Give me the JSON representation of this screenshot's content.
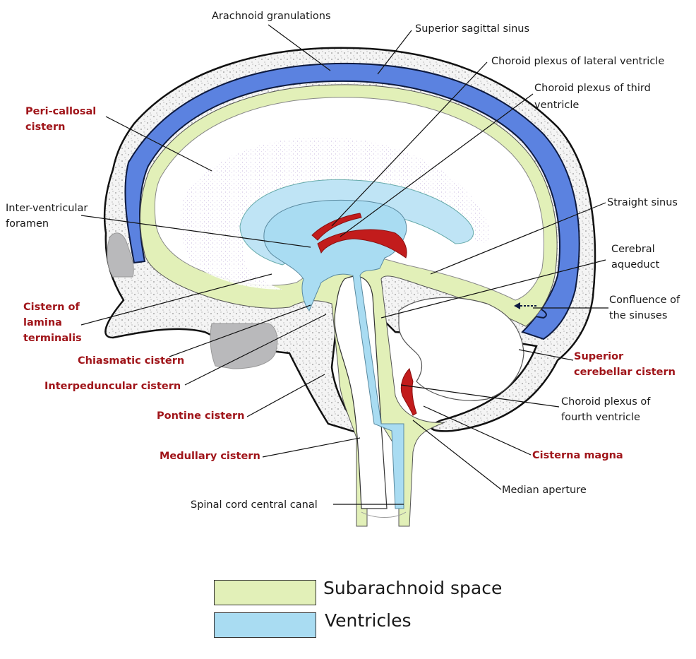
{
  "figure": {
    "title": "Sagittal section of the brain showing CSF spaces",
    "colors": {
      "subarachnoid": "#e2f0b8",
      "ventricles": "#a9dcf2",
      "venous_sinus": "#5b82e0",
      "choroid_plexus": "#c21c1c",
      "bone_stipple": "#f2f2f2",
      "label_black": "#1a1a1a",
      "label_red": "#a0151a"
    },
    "labels": {
      "arachnoid_granulations": "Arachnoid granulations",
      "superior_sagittal_sinus": "Superior sagittal sinus",
      "choroid_plexus_lateral_1": "Choroid plexus of lateral ventricle",
      "choroid_plexus_third_1": "Choroid plexus of third",
      "choroid_plexus_third_2": "ventricle",
      "peri_callosal_1": "Peri-callosal",
      "peri_callosal_2": "cistern",
      "inter_ventricular_1": "Inter-ventricular",
      "inter_ventricular_2": "foramen",
      "straight_sinus": "Straight sinus",
      "cerebral_aqueduct_1": "Cerebral",
      "cerebral_aqueduct_2": "aqueduct",
      "confluence_1": "Confluence of",
      "confluence_2": "the sinuses",
      "lamina_terminalis_1": "Cistern of",
      "lamina_terminalis_2": "lamina",
      "lamina_terminalis_3": "terminalis",
      "chiasmatic": "Chiasmatic cistern",
      "interpeduncular": "Interpeduncular cistern",
      "superior_cerebellar_1": "Superior",
      "superior_cerebellar_2": "cerebellar cistern",
      "pontine": "Pontine cistern",
      "choroid_fourth_1": "Choroid plexus of",
      "choroid_fourth_2": "fourth ventricle",
      "medullary": "Medullary cistern",
      "cisterna_magna": "Cisterna magna",
      "median_aperture": "Median aperture",
      "spinal_canal": "Spinal cord central canal"
    },
    "legend": [
      {
        "label": "Subarachnoid space",
        "color": "#e2f0b8"
      },
      {
        "label": "Ventricles",
        "color": "#a9dcf2"
      }
    ]
  }
}
